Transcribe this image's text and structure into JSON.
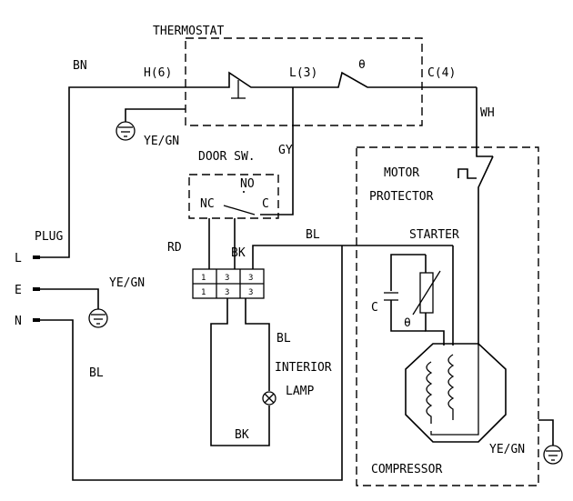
{
  "labels": {
    "thermostat": "THERMOSTAT",
    "bn": "BN",
    "h6": "H(6)",
    "l3": "L(3)",
    "theta_thermostat": "θ",
    "c4": "C(4)",
    "wh": "WH",
    "yegn_top": "YE/GN",
    "door_sw": "DOOR SW.",
    "gy": "GY",
    "no": "NO",
    "nc": "NC",
    "c": "C",
    "motor": "MOTOR",
    "protector": "PROTECTOR",
    "plug": "PLUG",
    "l": "L",
    "e": "E",
    "n": "N",
    "yegn_plug": "YE/GN",
    "rd": "RD",
    "bk_top": "BK",
    "bl_top": "BL",
    "starter": "STARTER",
    "cap": "C",
    "theta_starter": "θ",
    "bl_lamp": "BL",
    "interior": "INTERIOR",
    "lamp": "LAMP",
    "bl_left": "BL",
    "bk_bottom": "BK",
    "yegn_comp": "YE/GN",
    "compressor": "COMPRESSOR"
  },
  "terminal_block": {
    "top": [
      "1",
      "3",
      "3"
    ],
    "bottom": [
      "1",
      "3",
      "3"
    ]
  }
}
